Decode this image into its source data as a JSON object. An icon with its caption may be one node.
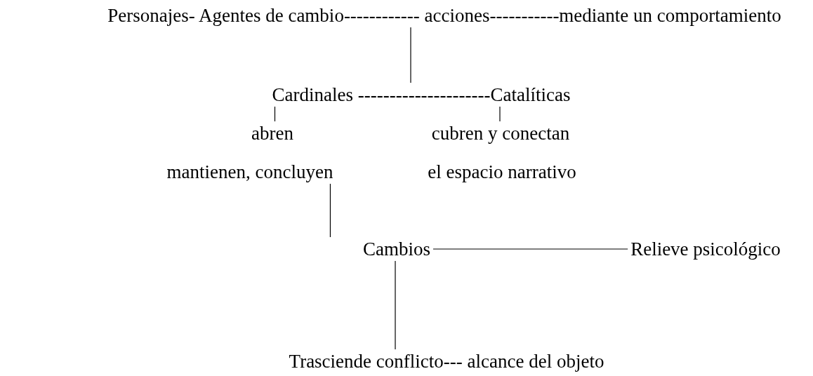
{
  "diagram": {
    "nodes": [
      {
        "text": [
          "Personajes- Agentes de cambio------------ acciones-----------mediante un comportamiento"
        ]
      },
      {
        "text": [
          "Cardinales ---------------------Catalíticas"
        ]
      },
      {
        "text": [
          "abren"
        ]
      },
      {
        "text": [
          "cubren y conectan"
        ]
      },
      {
        "text": [
          "mantienen, concluyen"
        ]
      },
      {
        "text": [
          "el espacio narrativo"
        ]
      },
      {
        "text": [
          "Cambios"
        ]
      },
      {
        "text": [
          "Relieve psicológico"
        ]
      },
      {
        "text": [
          "Trasciende conflicto--- alcance del objeto"
        ]
      }
    ],
    "edges": [
      {
        "from": 0,
        "to": 1,
        "arrow": "none"
      },
      {
        "from": 1,
        "to": 2,
        "arrow": "none"
      },
      {
        "from": 1,
        "to": 3,
        "arrow": "none"
      },
      {
        "from": 4,
        "to": 6,
        "arrow": "none"
      },
      {
        "from": 6,
        "to": 7,
        "arrow": "none"
      },
      {
        "from": 6,
        "to": 8,
        "arrow": "none"
      }
    ]
  }
}
